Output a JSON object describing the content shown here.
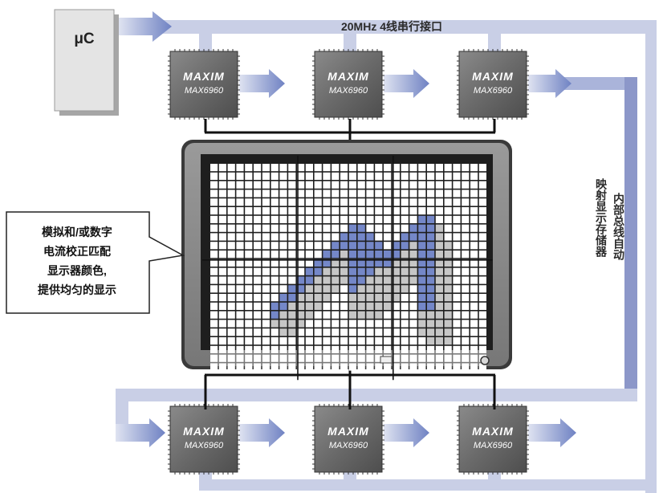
{
  "microcontroller": {
    "label": "μC"
  },
  "interface": {
    "label": "20MHz 4线串行接口"
  },
  "internal_bus": {
    "line1": "内部总线自动",
    "line2": "映射显示存储器"
  },
  "callout": {
    "lines": [
      "模拟和/或数字",
      "电流校正匹配",
      "显示器颜色,",
      "提供均匀的显示"
    ]
  },
  "chips": [
    {
      "brand": "MAXIM",
      "part": "MAX6960"
    },
    {
      "brand": "MAXIM",
      "part": "MAX6960"
    },
    {
      "brand": "MAXIM",
      "part": "MAX6960"
    },
    {
      "brand": "MAXIM",
      "part": "MAX6960"
    },
    {
      "brand": "MAXIM",
      "part": "MAX6960"
    },
    {
      "brand": "MAXIM",
      "part": "MAX6960"
    }
  ],
  "colors": {
    "bus": "#c9cfe6",
    "bus_dark": "#8c97c9",
    "arrow": "#6f82c3",
    "pixel_blue": "#7487c8",
    "pixel_gray": "#c6c6c6",
    "pixel_off": "#ffffff",
    "chip": "#6e6e6e",
    "bezel": "#8a8a8a"
  },
  "display": {
    "rows": 24,
    "cols": 32,
    "lit": [
      {
        "c": 7,
        "r0": 16,
        "r1": 17,
        "color": "blue"
      },
      {
        "c": 7,
        "r0": 18,
        "r1": 18,
        "color": "gray"
      },
      {
        "c": 8,
        "r0": 15,
        "r1": 16,
        "color": "blue"
      },
      {
        "c": 8,
        "r0": 17,
        "r1": 19,
        "color": "gray"
      },
      {
        "c": 9,
        "r0": 14,
        "r1": 15,
        "color": "blue"
      },
      {
        "c": 9,
        "r0": 16,
        "r1": 19,
        "color": "gray"
      },
      {
        "c": 10,
        "r0": 13,
        "r1": 14,
        "color": "blue"
      },
      {
        "c": 10,
        "r0": 15,
        "r1": 18,
        "color": "gray"
      },
      {
        "c": 11,
        "r0": 12,
        "r1": 13,
        "color": "blue"
      },
      {
        "c": 11,
        "r0": 14,
        "r1": 17,
        "color": "gray"
      },
      {
        "c": 12,
        "r0": 11,
        "r1": 12,
        "color": "blue"
      },
      {
        "c": 12,
        "r0": 13,
        "r1": 16,
        "color": "gray"
      },
      {
        "c": 13,
        "r0": 10,
        "r1": 11,
        "color": "blue"
      },
      {
        "c": 13,
        "r0": 12,
        "r1": 15,
        "color": "gray"
      },
      {
        "c": 14,
        "r0": 9,
        "r1": 10,
        "color": "blue"
      },
      {
        "c": 14,
        "r0": 11,
        "r1": 14,
        "color": "gray"
      },
      {
        "c": 15,
        "r0": 8,
        "r1": 9,
        "color": "blue"
      },
      {
        "c": 15,
        "r0": 10,
        "r1": 13,
        "color": "gray"
      },
      {
        "c": 16,
        "r0": 7,
        "r1": 14,
        "color": "blue"
      },
      {
        "c": 16,
        "r0": 15,
        "r1": 17,
        "color": "gray"
      },
      {
        "c": 17,
        "r0": 7,
        "r1": 13,
        "color": "blue"
      },
      {
        "c": 17,
        "r0": 14,
        "r1": 17,
        "color": "gray"
      },
      {
        "c": 18,
        "r0": 8,
        "r1": 12,
        "color": "blue"
      },
      {
        "c": 18,
        "r0": 13,
        "r1": 17,
        "color": "gray"
      },
      {
        "c": 19,
        "r0": 9,
        "r1": 11,
        "color": "blue"
      },
      {
        "c": 19,
        "r0": 12,
        "r1": 17,
        "color": "gray"
      },
      {
        "c": 20,
        "r0": 10,
        "r1": 11,
        "color": "blue"
      },
      {
        "c": 20,
        "r0": 12,
        "r1": 16,
        "color": "gray"
      },
      {
        "c": 21,
        "r0": 9,
        "r1": 10,
        "color": "blue"
      },
      {
        "c": 21,
        "r0": 11,
        "r1": 15,
        "color": "gray"
      },
      {
        "c": 22,
        "r0": 8,
        "r1": 9,
        "color": "blue"
      },
      {
        "c": 22,
        "r0": 10,
        "r1": 14,
        "color": "gray"
      },
      {
        "c": 23,
        "r0": 7,
        "r1": 8,
        "color": "blue"
      },
      {
        "c": 23,
        "r0": 9,
        "r1": 13,
        "color": "gray"
      },
      {
        "c": 24,
        "r0": 6,
        "r1": 16,
        "color": "blue"
      },
      {
        "c": 24,
        "r0": 17,
        "r1": 19,
        "color": "gray"
      },
      {
        "c": 25,
        "r0": 6,
        "r1": 16,
        "color": "blue"
      },
      {
        "c": 25,
        "r0": 17,
        "r1": 20,
        "color": "gray"
      },
      {
        "c": 26,
        "r0": 7,
        "r1": 9,
        "color": "gray"
      },
      {
        "c": 26,
        "r0": 10,
        "r1": 20,
        "color": "gray"
      },
      {
        "c": 27,
        "r0": 9,
        "r1": 20,
        "color": "gray"
      }
    ]
  }
}
